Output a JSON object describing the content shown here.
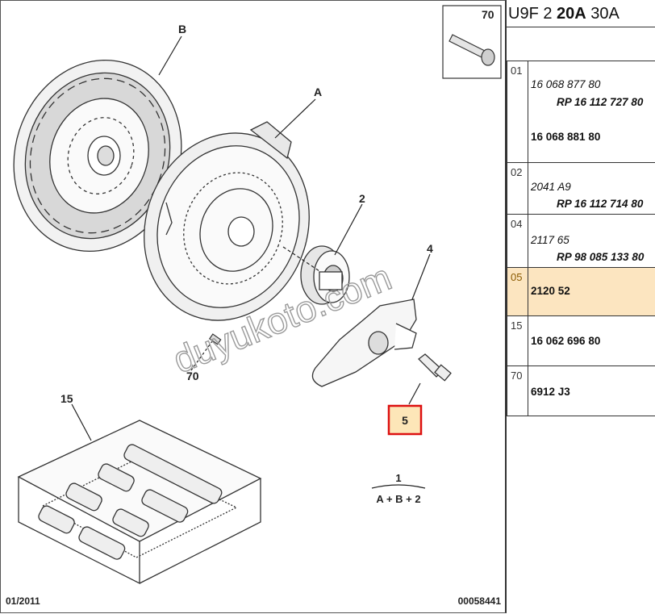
{
  "header": {
    "title_pre": "U9F 2 ",
    "title_bold": "20A",
    "title_post": " 30A"
  },
  "callouts": {
    "a": "A",
    "b": "B",
    "c2": "2",
    "c4": "4",
    "c5": "5",
    "c15": "15",
    "c70_left": "70",
    "c70_box": "70"
  },
  "formula": {
    "top": "1",
    "bottom": "A + B + 2"
  },
  "footer": {
    "date": "01/2011",
    "code": "00058441"
  },
  "watermark": "duyukoto.com",
  "parts": [
    {
      "ref": "01",
      "line1": "16 068 877 80",
      "line2": "RP 16 112 727 80",
      "line3": "16 068 881 80"
    },
    {
      "ref": "02",
      "line1": "2041 A9",
      "line2": "RP 16 112 714 80"
    },
    {
      "ref": "04",
      "line1": "2117 65",
      "line2": "RP 98 085 133 80"
    },
    {
      "ref": "05",
      "line1": "2120 52"
    },
    {
      "ref": "15",
      "line1": "16 062 696 80"
    },
    {
      "ref": "70",
      "line1": "6912 J3"
    }
  ],
  "selected_ref": "05"
}
